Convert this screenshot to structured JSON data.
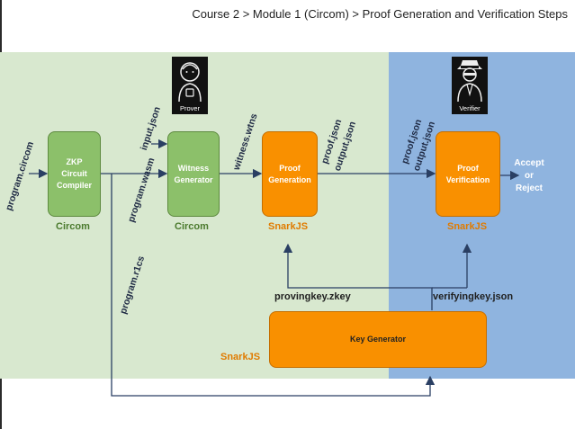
{
  "header": {
    "breadcrumb": "Course 2 > Module 1 (Circom) > Proof Generation and Verification Steps"
  },
  "colors": {
    "prover_panel": "#d8e8cf",
    "verifier_panel": "#8fb4df",
    "circom_green": "#8cc06a",
    "snarkjs_orange": "#f99000",
    "arrow": "#2a3f63"
  },
  "nodes": {
    "compiler": {
      "text": "ZKP\nCircuit\nCompiler",
      "tool": "Circom"
    },
    "witness": {
      "text": "Witness\nGenerator",
      "tool": "Circom"
    },
    "proofgen": {
      "text": "Proof\nGeneration",
      "tool": "SnarkJS"
    },
    "proofver": {
      "text": "Proof\nVerification",
      "tool": "SnarkJS"
    },
    "keygen": {
      "text": "Key Generator",
      "tool": "SnarkJS"
    }
  },
  "roles": {
    "prover": "Prover",
    "verifier": "Verifier"
  },
  "files": {
    "program_circom": "program.circom",
    "input_json": "input.json",
    "program_wasm": "program.wasm",
    "program_r1cs": "program.r1cs",
    "witness_wtns": "witness.wtns",
    "proof_json_1": "proof.json",
    "output_json_1": "output.json",
    "proof_json_2": "proof.json",
    "output_json_2": "output.json",
    "provingkey": "provingkey.zkey",
    "verifyingkey": "verifyingkey.json"
  },
  "outcome": {
    "accept": "Accept",
    "or": "or",
    "reject": "Reject"
  },
  "icons": {
    "prover": "prover-avatar-icon",
    "verifier": "verifier-spy-icon"
  }
}
